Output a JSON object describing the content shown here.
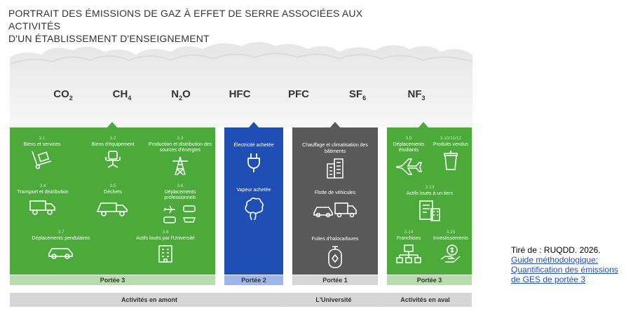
{
  "title_line1": "Portrait des émissions de gaz à effet de serre associées aux activités",
  "title_line2": "d'un établissement d'enseignement",
  "gases": [
    {
      "base": "CO",
      "sub": "2"
    },
    {
      "base": "CH",
      "sub": "4"
    },
    {
      "base": "N",
      "sub": "2",
      "tail": "O"
    },
    {
      "base": "HFC",
      "sub": ""
    },
    {
      "base": "PFC",
      "sub": ""
    },
    {
      "base": "SF",
      "sub": "6"
    },
    {
      "base": "NF",
      "sub": "3"
    }
  ],
  "panel_upstream": {
    "items": [
      {
        "num": "3.1",
        "label": "Biens et services",
        "icon": "hand-truck-icon"
      },
      {
        "num": "3.2",
        "label": "Biens d'équipement",
        "icon": "office-chair-icon"
      },
      {
        "num": "3.3",
        "label": "Production et distribution des sources d'énergies",
        "icon": "power-pylon-icon"
      },
      {
        "num": "3.4",
        "label": "Transport et distribution",
        "icon": "delivery-truck-icon"
      },
      {
        "num": "3.5",
        "label": "Déchets",
        "icon": "garbage-truck-icon"
      },
      {
        "num": "3.6",
        "label": "Déplacements professionnels",
        "icon": "travel-modes-icon"
      },
      {
        "num": "3.7",
        "label": "Déplacements pendulaires",
        "icon": "car-icon"
      },
      {
        "num": "3.8",
        "label": "Actifs loués par l'Université",
        "icon": "building-icon"
      }
    ],
    "scope": "Portée 3"
  },
  "panel_scope2": {
    "items": [
      {
        "label": "Électricité achetée",
        "icon": "electric-plug-icon"
      },
      {
        "label": "Vapeur achetée",
        "icon": "steam-icon"
      }
    ],
    "scope": "Portée 2"
  },
  "panel_scope1": {
    "items": [
      {
        "label": "Chauffage et climatisation des bâtiments",
        "icon": "buildings-icon"
      },
      {
        "label": "Flotte de véhicules",
        "icon": "vehicle-fleet-icon"
      },
      {
        "label": "Fuites d'halocarbures",
        "icon": "gas-cylinder-icon"
      }
    ],
    "scope": "Portée 1"
  },
  "panel_downstream": {
    "items": [
      {
        "num": "3.9",
        "label": "Déplacements étudiants",
        "icon": "airplane-icon"
      },
      {
        "num": "3.10/11/12",
        "label": "Produits vendus",
        "icon": "cup-icon"
      },
      {
        "num": "3.13",
        "label": "Actifs loués à un tiers",
        "icon": "lease-document-icon"
      },
      {
        "num": "3.14",
        "label": "Franchises",
        "icon": "franchise-network-icon"
      },
      {
        "num": "3.15",
        "label": "Investissements",
        "icon": "money-hand-icon"
      }
    ],
    "scope": "Portée 3"
  },
  "phases": [
    "Activités en amont",
    "L'Université",
    "Activités en aval"
  ],
  "source": {
    "prefix": "Tiré de : RUQDD. 2026.",
    "link": "Guide méthodologique: Quantification des émissions de GES de portée 3"
  },
  "colors": {
    "green": "#4caa3b",
    "blue": "#1f4fb4",
    "gray": "#595959"
  }
}
